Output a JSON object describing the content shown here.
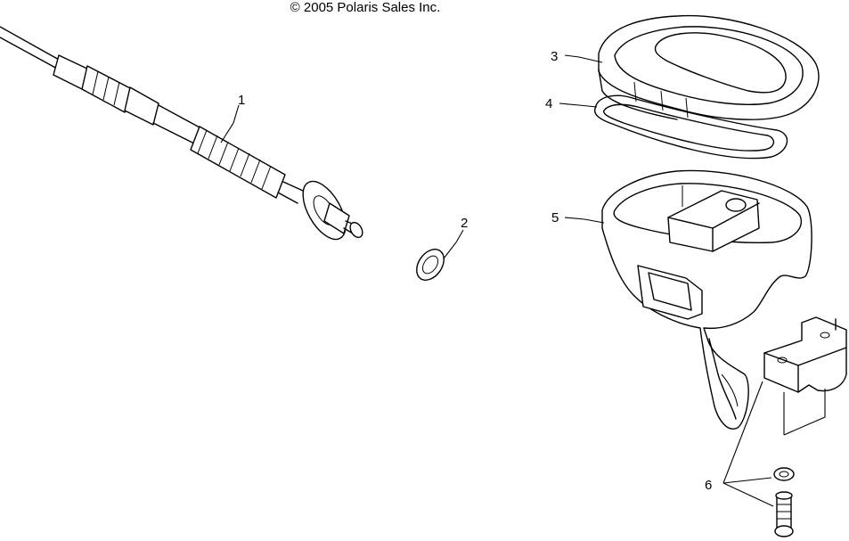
{
  "copyright": "© 2005 Polaris Sales Inc.",
  "callouts": [
    {
      "id": "1",
      "label": "1"
    },
    {
      "id": "2",
      "label": "2"
    },
    {
      "id": "3",
      "label": "3"
    },
    {
      "id": "4",
      "label": "4"
    },
    {
      "id": "5",
      "label": "5"
    },
    {
      "id": "6",
      "label": "6"
    }
  ]
}
